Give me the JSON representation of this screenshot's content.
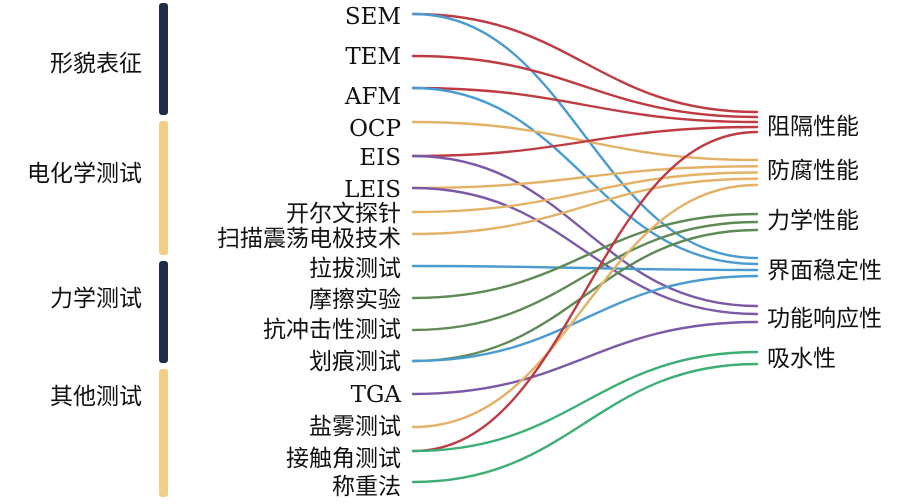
{
  "palette": {
    "navy": "#1f2d4a",
    "sand": "#f0cf86",
    "red": "#bf3b44",
    "blue": "#4a9bd0",
    "orange": "#e3b266",
    "purple": "#7a5aa6",
    "green": "#5f8a55",
    "teal": "#3dae74"
  },
  "groups": [
    {
      "id": "morph",
      "label": "形貌表征",
      "color": "navy"
    },
    {
      "id": "echem",
      "label": "电化学测试",
      "color": "sand"
    },
    {
      "id": "mech",
      "label": "力学测试",
      "color": "navy"
    },
    {
      "id": "other",
      "label": "其他测试",
      "color": "sand"
    }
  ],
  "methods": [
    {
      "id": "sem",
      "label": "SEM",
      "group": "morph"
    },
    {
      "id": "tem",
      "label": "TEM",
      "group": "morph"
    },
    {
      "id": "afm",
      "label": "AFM",
      "group": "morph"
    },
    {
      "id": "ocp",
      "label": "OCP",
      "group": "echem"
    },
    {
      "id": "eis",
      "label": "EIS",
      "group": "echem"
    },
    {
      "id": "leis",
      "label": "LEIS",
      "group": "echem"
    },
    {
      "id": "kelvin",
      "label": "开尔文探针",
      "group": "echem"
    },
    {
      "id": "secm",
      "label": "扫描震荡电极技术",
      "group": "echem"
    },
    {
      "id": "pulloff",
      "label": "拉拔测试",
      "group": "mech"
    },
    {
      "id": "friction",
      "label": "摩擦实验",
      "group": "mech"
    },
    {
      "id": "impact",
      "label": "抗冲击性测试",
      "group": "mech"
    },
    {
      "id": "scratch",
      "label": "划痕测试",
      "group": "mech"
    },
    {
      "id": "tga",
      "label": "TGA",
      "group": "other"
    },
    {
      "id": "saltspray",
      "label": "盐雾测试",
      "group": "other"
    },
    {
      "id": "contact",
      "label": "接触角测试",
      "group": "other"
    },
    {
      "id": "gravimetric",
      "label": "称重法",
      "group": "other"
    }
  ],
  "properties": [
    {
      "id": "barrier",
      "label": "阻隔性能"
    },
    {
      "id": "anticorr",
      "label": "防腐性能"
    },
    {
      "id": "mechanical",
      "label": "力学性能"
    },
    {
      "id": "interface",
      "label": "界面稳定性"
    },
    {
      "id": "responsive",
      "label": "功能响应性"
    },
    {
      "id": "absorption",
      "label": "吸水性"
    }
  ],
  "links": [
    {
      "from": "sem",
      "to": "barrier",
      "color": "red"
    },
    {
      "from": "sem",
      "to": "interface",
      "color": "blue"
    },
    {
      "from": "tem",
      "to": "barrier",
      "color": "red"
    },
    {
      "from": "afm",
      "to": "barrier",
      "color": "red"
    },
    {
      "from": "afm",
      "to": "interface",
      "color": "blue"
    },
    {
      "from": "ocp",
      "to": "anticorr",
      "color": "orange"
    },
    {
      "from": "eis",
      "to": "barrier",
      "color": "red"
    },
    {
      "from": "eis",
      "to": "responsive",
      "color": "purple"
    },
    {
      "from": "leis",
      "to": "anticorr",
      "color": "orange"
    },
    {
      "from": "leis",
      "to": "responsive",
      "color": "purple"
    },
    {
      "from": "kelvin",
      "to": "anticorr",
      "color": "orange"
    },
    {
      "from": "secm",
      "to": "anticorr",
      "color": "orange"
    },
    {
      "from": "pulloff",
      "to": "interface",
      "color": "blue"
    },
    {
      "from": "friction",
      "to": "mechanical",
      "color": "green"
    },
    {
      "from": "impact",
      "to": "mechanical",
      "color": "green"
    },
    {
      "from": "scratch",
      "to": "mechanical",
      "color": "green"
    },
    {
      "from": "scratch",
      "to": "interface",
      "color": "blue"
    },
    {
      "from": "tga",
      "to": "responsive",
      "color": "purple"
    },
    {
      "from": "saltspray",
      "to": "anticorr",
      "color": "orange"
    },
    {
      "from": "contact",
      "to": "barrier",
      "color": "red"
    },
    {
      "from": "contact",
      "to": "absorption",
      "color": "teal"
    },
    {
      "from": "gravimetric",
      "to": "absorption",
      "color": "teal"
    }
  ]
}
